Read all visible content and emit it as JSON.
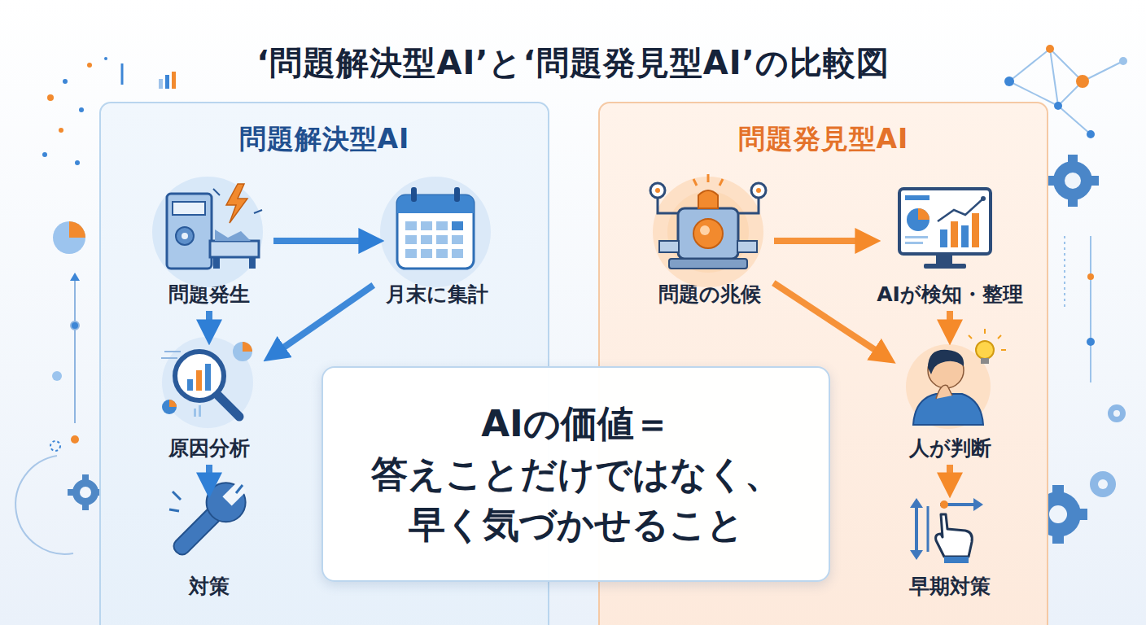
{
  "diagram": {
    "title": "‘問題解決型AI’と‘問題発見型AI’の比較図",
    "nodes": [
      {
        "text": [
          "問題解決型AI"
        ]
      },
      {
        "text": [
          "問題発生"
        ],
        "in": 0
      },
      {
        "text": [
          "月末に集計"
        ],
        "in": 0
      },
      {
        "text": [
          "原因分析"
        ],
        "in": 0
      },
      {
        "text": [
          "対策"
        ],
        "in": 0
      },
      {
        "text": [
          "問題発見型AI"
        ]
      },
      {
        "text": [
          "問題の兆候"
        ],
        "in": 5
      },
      {
        "text": [
          "AIが検知・整理"
        ],
        "in": 5
      },
      {
        "text": [
          "人が判断"
        ],
        "in": 5
      },
      {
        "text": [
          "早期対策"
        ],
        "in": 5
      },
      {
        "text": [
          "AIの価値＝ 答えことだけではなく、 早く気づかせること"
        ]
      }
    ],
    "edges": [
      {
        "from": 1,
        "to": 2,
        "arrow": "to"
      },
      {
        "from": 2,
        "to": 3,
        "arrow": "to"
      },
      {
        "from": 1,
        "to": 3,
        "arrow": "to"
      },
      {
        "from": 3,
        "to": 4,
        "arrow": "to"
      },
      {
        "from": 6,
        "to": 7,
        "arrow": "to"
      },
      {
        "from": 6,
        "to": 8,
        "arrow": "to"
      },
      {
        "from": 7,
        "to": 8,
        "arrow": "to"
      },
      {
        "from": 8,
        "to": 9,
        "arrow": "to"
      }
    ]
  }
}
